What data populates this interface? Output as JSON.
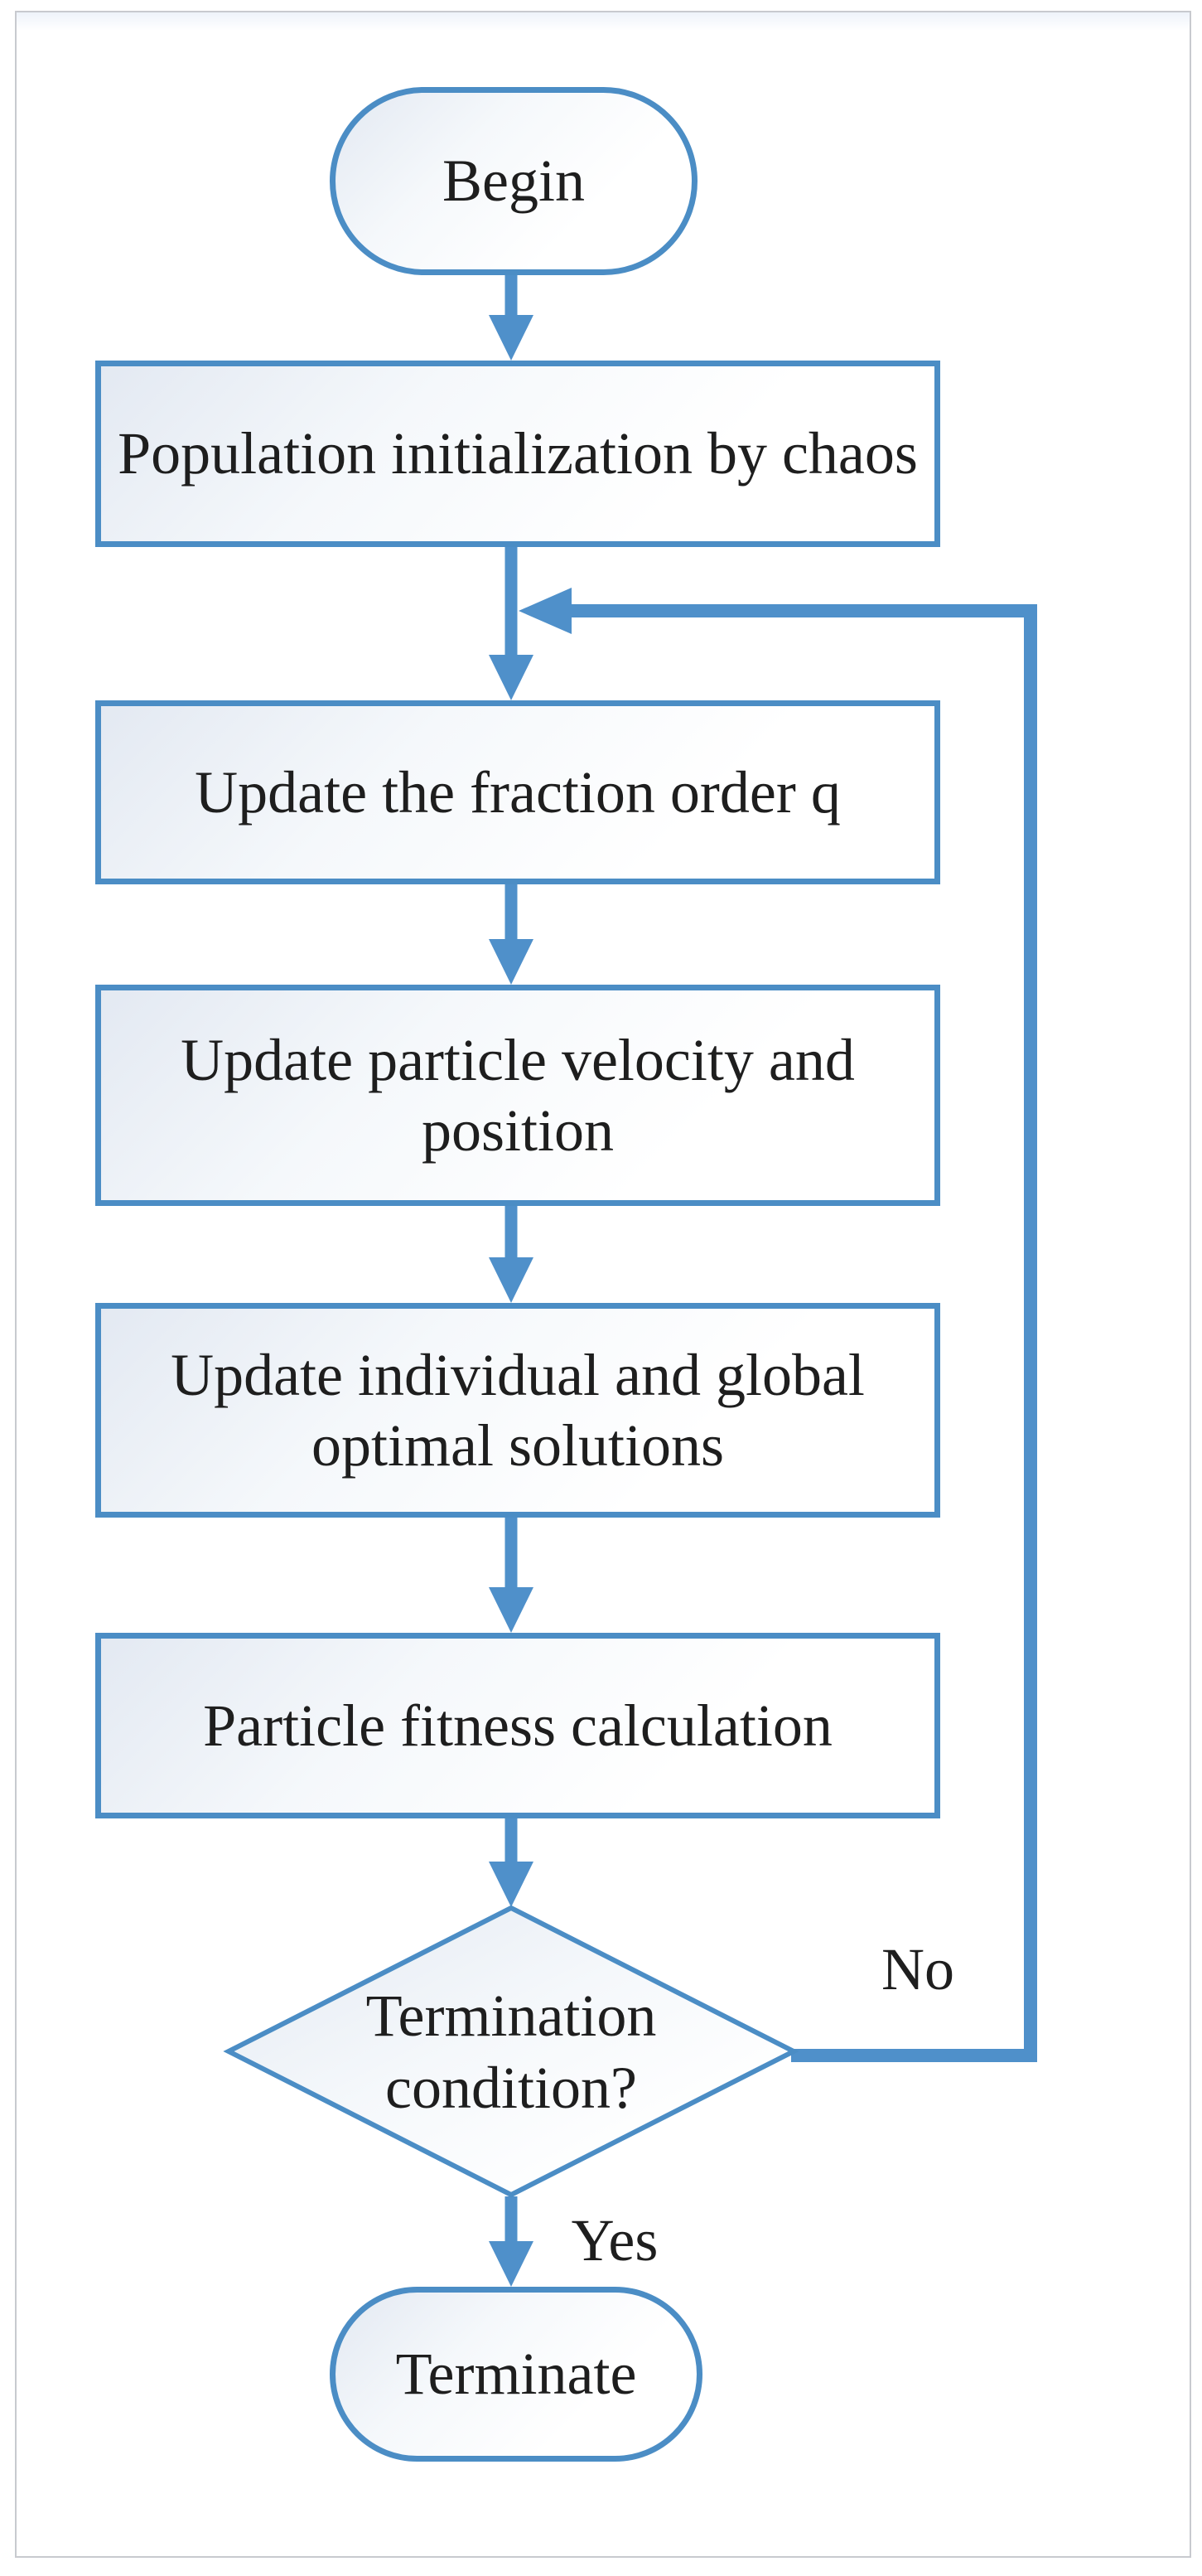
{
  "figure": {
    "type": "flowchart",
    "title": "",
    "nodes": [
      {
        "id": "begin",
        "shape": "terminator",
        "label": "Begin"
      },
      {
        "id": "init",
        "shape": "process",
        "label": "Population initialization by chaos"
      },
      {
        "id": "update_q",
        "shape": "process",
        "label": "Update the fraction order q"
      },
      {
        "id": "update_vel",
        "shape": "process",
        "label": "Update particle velocity and position"
      },
      {
        "id": "update_opt",
        "shape": "process",
        "label": "Update individual and global optimal solutions"
      },
      {
        "id": "fitness",
        "shape": "process",
        "label": "Particle fitness calculation"
      },
      {
        "id": "term_cond",
        "shape": "decision",
        "label": "Termination condition?"
      },
      {
        "id": "terminate",
        "shape": "terminator",
        "label": "Terminate"
      }
    ],
    "edges": [
      {
        "from": "begin",
        "to": "init",
        "label": ""
      },
      {
        "from": "init",
        "to": "update_q",
        "label": ""
      },
      {
        "from": "update_q",
        "to": "update_vel",
        "label": ""
      },
      {
        "from": "update_vel",
        "to": "update_opt",
        "label": ""
      },
      {
        "from": "update_opt",
        "to": "fitness",
        "label": ""
      },
      {
        "from": "fitness",
        "to": "term_cond",
        "label": ""
      },
      {
        "from": "term_cond",
        "to": "terminate",
        "label": "Yes"
      },
      {
        "from": "term_cond",
        "to": "update_q",
        "label": "No",
        "note": "feedback loop re-enters flow above 'Update the fraction order q'"
      }
    ],
    "colors": {
      "connector": "#4f90ca",
      "node_border": "#4b8dc5",
      "node_fill_start": "#e3e9f2",
      "node_fill_end": "#ffffff",
      "text": "#1e1e1e",
      "frame_border": "#c8cacf",
      "background": "#ffffff"
    }
  }
}
